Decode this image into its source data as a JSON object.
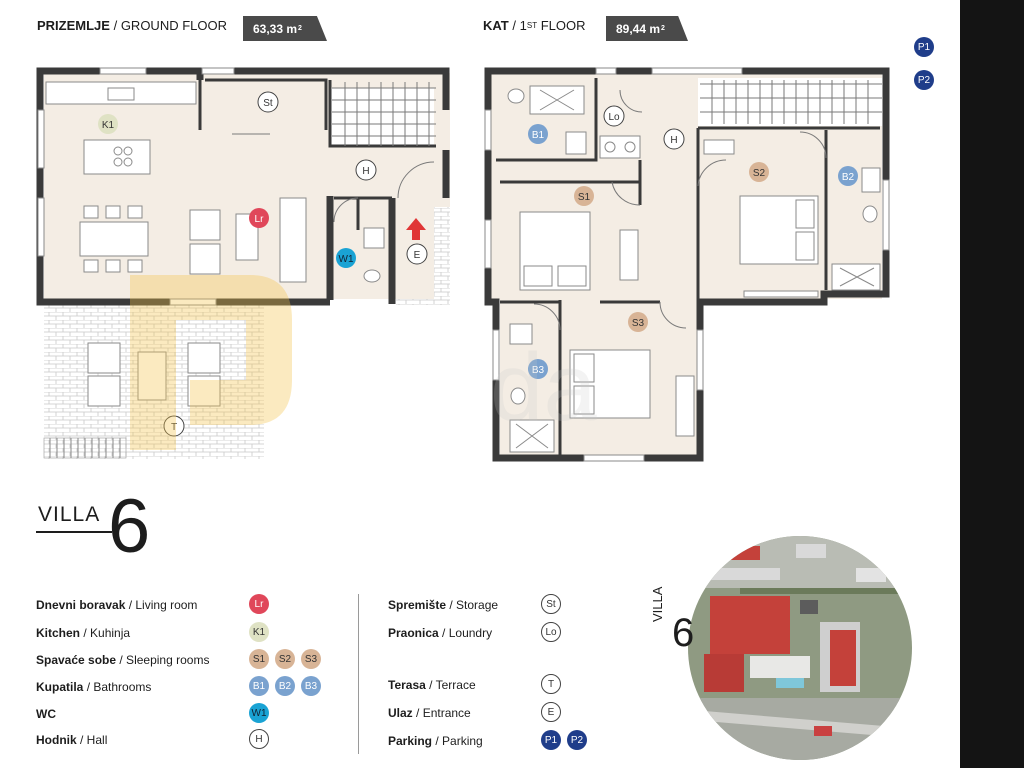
{
  "ground_floor": {
    "title_bold": "PRIZEMLJE",
    "title_rest": "/ GROUND FLOOR",
    "area": "63,33 m",
    "area_sup": "2"
  },
  "first_floor": {
    "title_bold": "KAT",
    "title_pre": "/ 1",
    "title_sup": "ST",
    "title_rest": "FLOOR",
    "area": "89,44 m",
    "area_sup": "2"
  },
  "parking_badges": [
    "P1",
    "P2"
  ],
  "plan_labels": {
    "k1": "K1",
    "st": "St",
    "h_ground": "H",
    "lr": "Lr",
    "w1": "W1",
    "e": "E",
    "t": "T",
    "b1": "B1",
    "lo": "Lo",
    "h_first": "H",
    "s1": "S1",
    "s2": "S2",
    "b2": "B2",
    "s3": "S3",
    "b3": "B3"
  },
  "villa": {
    "word": "VILLA",
    "number": "6"
  },
  "legend_left": [
    {
      "bold": "Dnevni boravak",
      "rest": "/ Living room",
      "badges": [
        "Lr"
      ]
    },
    {
      "bold": "Kitchen",
      "rest": "/ Kuhinja",
      "badges": [
        "K1"
      ]
    },
    {
      "bold": "Spavaće sobe",
      "rest": "/ Sleeping rooms",
      "badges": [
        "S1",
        "S2",
        "S3"
      ]
    },
    {
      "bold": "Kupatila",
      "rest": "/ Bathrooms",
      "badges": [
        "B1",
        "B2",
        "B3"
      ]
    },
    {
      "bold": "WC",
      "rest": "",
      "badges": [
        "W1"
      ]
    },
    {
      "bold": "Hodnik",
      "rest": "/ Hall",
      "badges": [
        "H"
      ]
    }
  ],
  "legend_right": [
    {
      "bold": "Spremište",
      "rest": "/ Storage",
      "badges": [
        "St"
      ]
    },
    {
      "bold": "Praonica",
      "rest": "/ Loundry",
      "badges": [
        "Lo"
      ]
    },
    {
      "bold": "Terasa",
      "rest": "/ Terrace",
      "badges": [
        "T"
      ]
    },
    {
      "bold": "Ulaz",
      "rest": "/ Entrance",
      "badges": [
        "E"
      ]
    },
    {
      "bold": "Parking",
      "rest": "/ Parking",
      "badges": [
        "P1",
        "P2"
      ]
    }
  ],
  "aerial": {
    "label": "VILLA",
    "number": "6"
  },
  "colors": {
    "living_red": "#e0475a",
    "kitchen_green": "#dfe2c4",
    "sleeping_tan": "#d8b496",
    "bath_blue": "#7aa2cf",
    "wc_cyan": "#1aa3d4",
    "parking_navy": "#1f3d8a",
    "floor_fill": "#f4ede4",
    "wall": "#3a3a3a",
    "watermark": "#f3c24a"
  }
}
